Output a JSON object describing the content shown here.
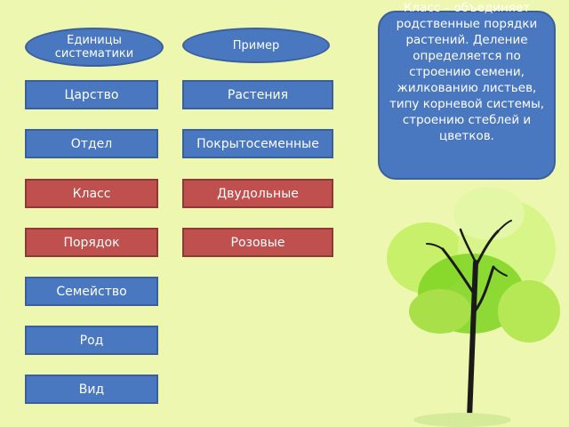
{
  "headers": {
    "units": "Единицы систематики",
    "example": "Пример"
  },
  "rows": [
    {
      "unit": "Царство",
      "example": "Растения",
      "color": "blue"
    },
    {
      "unit": "Отдел",
      "example": "Покрытосеменные",
      "color": "blue"
    },
    {
      "unit": "Класс",
      "example": "Двудольные",
      "color": "red"
    },
    {
      "unit": "Порядок",
      "example": "Розовые",
      "color": "red"
    },
    {
      "unit": "Семейство",
      "example": "",
      "color": "blue"
    },
    {
      "unit": "Род",
      "example": "",
      "color": "blue"
    },
    {
      "unit": "Вид",
      "example": "",
      "color": "blue"
    }
  ],
  "info_text": "Класс – объединяет родственные порядки растений. Деление определяется по строению семени, жилкованию листьев, типу корневой системы, строению стеблей и цветков.",
  "colors": {
    "background": "#eef7b0",
    "blue": "#4a78c0",
    "red": "#c0504d",
    "leaf_light": "#c8f06a",
    "leaf_dark": "#7ed321"
  }
}
